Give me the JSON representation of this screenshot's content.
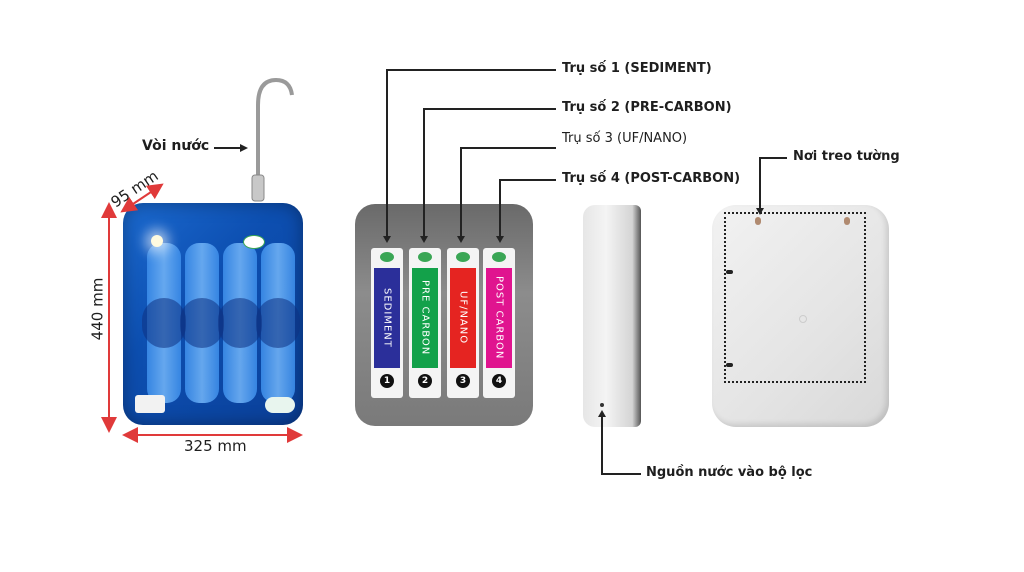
{
  "front_unit": {
    "faucet_label": "Vòi nước",
    "depth_label": "95 mm",
    "height_label": "440 mm",
    "width_label": "325 mm",
    "dimension_color": "#e03a3a",
    "body_color": "#0d4fb1"
  },
  "filters": [
    {
      "callout": "Trụ số 1 (SEDIMENT)",
      "cartridge_label": "SEDIMENT",
      "number": "1",
      "color": "#2b2f9a"
    },
    {
      "callout": "Trụ số 2 (PRE-CARBON)",
      "cartridge_label": "PRE CARBON",
      "number": "2",
      "color": "#13a14a"
    },
    {
      "callout": "Trụ số  3 (UF/NANO)",
      "cartridge_label": "UF/NANO",
      "number": "3",
      "color": "#e52421"
    },
    {
      "callout": "Trụ số 4 (POST-CARBON)",
      "cartridge_label": "POST CARBON",
      "number": "4",
      "color": "#e0148f"
    }
  ],
  "side_view": {
    "inlet_label": "Nguồn nước vào bộ lọc"
  },
  "back_view": {
    "wall_mount_label": "Nơi treo tường"
  }
}
